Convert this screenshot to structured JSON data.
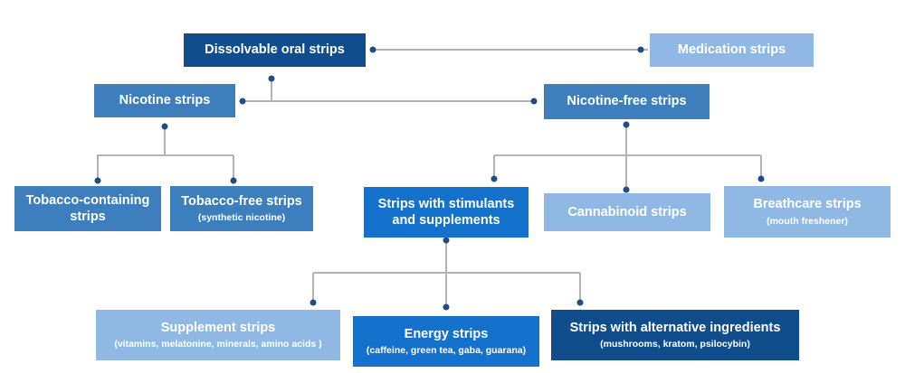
{
  "colors": {
    "dark_blue": "#0f4d8c",
    "medium_blue": "#3d7fbd",
    "bright_blue": "#1572cc",
    "light_blue": "#8fb9e4",
    "connector_line": "#b3b3b3",
    "connector_dot": "#1f4e86"
  },
  "nodes": {
    "dissolvable": {
      "label": "Dissolvable oral strips"
    },
    "medication": {
      "label": "Medication strips"
    },
    "nicotine": {
      "label": "Nicotine strips"
    },
    "nicotine_free": {
      "label": "Nicotine-free strips"
    },
    "tobacco_containing": {
      "label": "Tobacco-containing strips"
    },
    "tobacco_free": {
      "label": "Tobacco-free strips",
      "sub": "(synthetic nicotine)"
    },
    "stimulants": {
      "label": "Strips with stimulants and supplements"
    },
    "cannabinoid": {
      "label": "Cannabinoid strips"
    },
    "breathcare": {
      "label": "Breathcare strips",
      "sub": "(mouth freshener)"
    },
    "supplement": {
      "label": "Supplement strips",
      "sub": "(vitamins, melatonine, minerals, amino acids )"
    },
    "energy": {
      "label": "Energy strips",
      "sub": "(caffeine, green tea, gaba, guarana)"
    },
    "alternative": {
      "label": "Strips with alternative ingredients",
      "sub": "(mushrooms, kratom, psilocybin)"
    }
  }
}
